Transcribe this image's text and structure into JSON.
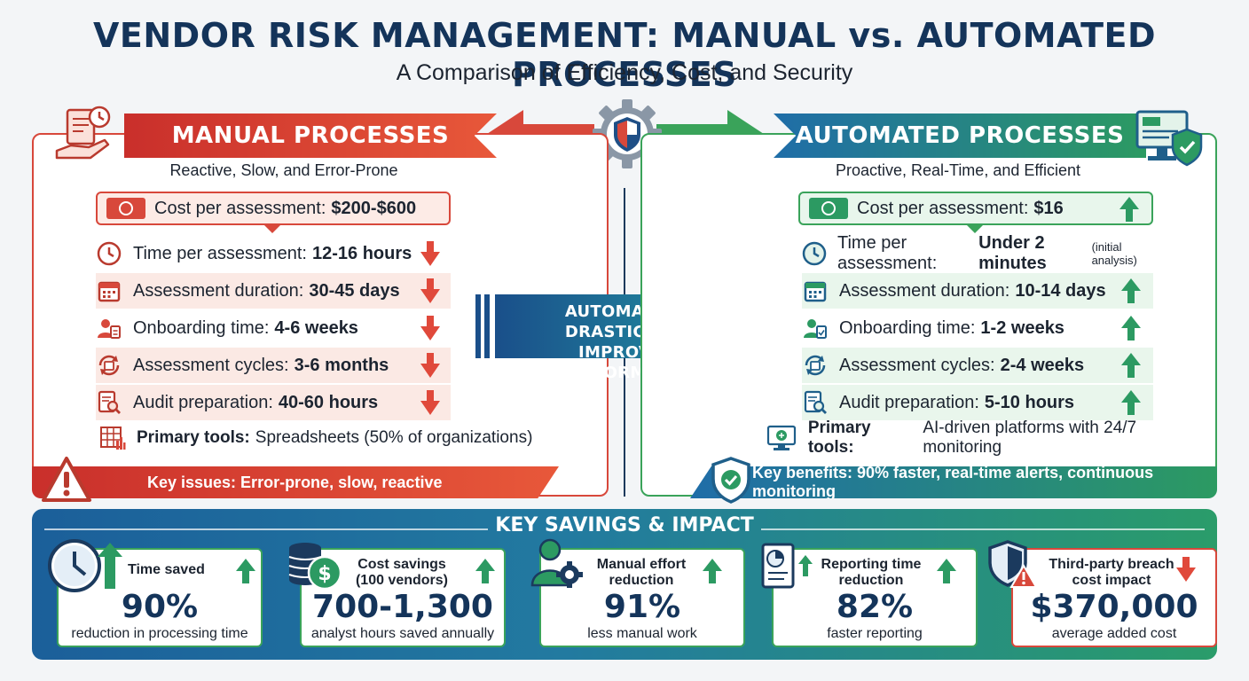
{
  "header": {
    "title": "VENDOR RISK MANAGEMENT: MANUAL vs. AUTOMATED PROCESSES",
    "subtitle": "A Comparison of Efficiency, Cost, and Security"
  },
  "colors": {
    "manual_red": "#d8483b",
    "auto_green": "#3aa35a",
    "auto_blue": "#1f6da8",
    "navy": "#14345a"
  },
  "manual": {
    "heading": "MANUAL PROCESSES",
    "tagline": "Reactive, Slow, and Error-Prone",
    "cost_label": "Cost per assessment:",
    "cost_value": "$200-$600",
    "metrics": [
      {
        "label": "Time per assessment:",
        "value": "12-16 hours",
        "icon": "clock-icon"
      },
      {
        "label": "Assessment duration:",
        "value": "30-45 days",
        "icon": "calendar-icon"
      },
      {
        "label": "Onboarding time:",
        "value": "4-6 weeks",
        "icon": "person-clipboard-icon"
      },
      {
        "label": "Assessment cycles:",
        "value": "3-6 months",
        "icon": "cycle-calendar-icon"
      },
      {
        "label": "Audit preparation:",
        "value": "40-60 hours",
        "icon": "document-search-icon"
      }
    ],
    "tools_label": "Primary tools:",
    "tools_value": "Spreadsheets (50% of organizations)",
    "key_issues": "Key issues: Error-prone, slow, reactive"
  },
  "automated": {
    "heading": "AUTOMATED PROCESSES",
    "tagline": "Proactive, Real-Time, and Efficient",
    "cost_label": "Cost per assessment:",
    "cost_value": "$16",
    "metrics": [
      {
        "label": "Time per assessment:",
        "value": "Under 2 minutes",
        "note": "(initial analysis)",
        "icon": "clock-icon"
      },
      {
        "label": "Assessment duration:",
        "value": "10-14 days",
        "icon": "calendar-icon"
      },
      {
        "label": "Onboarding time:",
        "value": "1-2 weeks",
        "icon": "person-clipboard-icon"
      },
      {
        "label": "Assessment cycles:",
        "value": "2-4 weeks",
        "icon": "cycle-calendar-icon"
      },
      {
        "label": "Audit preparation:",
        "value": "5-10 hours",
        "icon": "document-search-icon"
      }
    ],
    "tools_label": "Primary tools:",
    "tools_value": "AI-driven platforms with 24/7 monitoring",
    "key_benefits": "Key benefits: 90% faster, real-time alerts, continuous monitoring"
  },
  "center": {
    "message_line1": "AUTOMATION DRASTICALLY",
    "message_line2": "IMPROVES PERFORMANCE"
  },
  "savings": {
    "title": "KEY SAVINGS & IMPACT",
    "cards": [
      {
        "label": "Time saved",
        "value": "90%",
        "sub": "reduction in processing time",
        "icon": "clock-icon",
        "trend": "up"
      },
      {
        "label": "Cost savings (100 vendors)",
        "value": "700-1,300",
        "sub": "analyst hours saved annually",
        "icon": "coins-dollar-icon",
        "trend": "up"
      },
      {
        "label": "Manual effort reduction",
        "value": "91%",
        "sub": "less manual work",
        "icon": "person-gear-icon",
        "trend": "up"
      },
      {
        "label": "Reporting time reduction",
        "value": "82%",
        "sub": "faster reporting",
        "icon": "report-chart-icon",
        "trend": "up"
      },
      {
        "label": "Third-party breach cost impact",
        "value": "$370,000",
        "sub": "average added cost",
        "icon": "shield-warning-icon",
        "trend": "down"
      }
    ]
  }
}
